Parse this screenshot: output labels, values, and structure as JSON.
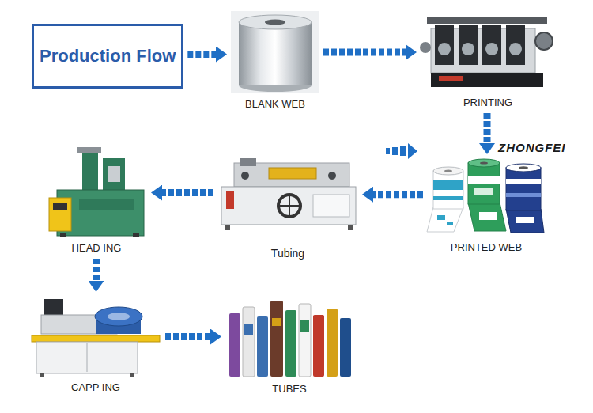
{
  "diagram": {
    "nodes": [
      {
        "text": [
          "Production Flow"
        ]
      },
      {
        "text": [
          "BLANK WEB"
        ]
      },
      {
        "text": [
          "PRINTING"
        ]
      },
      {
        "text": [
          "PRINTED WEB"
        ]
      },
      {
        "text": [
          "Tubing"
        ]
      },
      {
        "text": [
          "HEAD ING"
        ]
      },
      {
        "text": [
          "CAPP ING"
        ]
      },
      {
        "text": [
          "TUBES"
        ]
      }
    ],
    "edges": [
      {
        "from": 0,
        "to": 1,
        "arrow": "to"
      },
      {
        "from": 1,
        "to": 2,
        "arrow": "to"
      },
      {
        "from": 2,
        "to": 3,
        "arrow": "to"
      },
      {
        "from": 3,
        "to": 4,
        "arrow": "to"
      },
      {
        "from": 4,
        "to": 5,
        "arrow": "to"
      },
      {
        "from": 5,
        "to": 6,
        "arrow": "to"
      },
      {
        "from": 6,
        "to": 7,
        "arrow": "to"
      }
    ],
    "labels": [
      "ZHONGFEI"
    ]
  }
}
